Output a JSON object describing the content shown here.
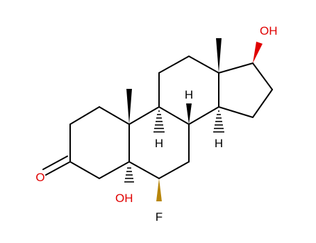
{
  "molecule": {
    "labels": {
      "oh_top": "OH",
      "oh_bottom": "OH",
      "ketone_o": "O",
      "fluorine": "F",
      "h_c8": "H",
      "h_c9": "H",
      "h_c14": "H"
    }
  },
  "colors": {
    "bond": "#000000",
    "oxygen": "#e00000",
    "fluorine_wedge": "#b8860b",
    "hydroxyl_wedge": "#e00000",
    "fluorine_text": "#000000"
  }
}
